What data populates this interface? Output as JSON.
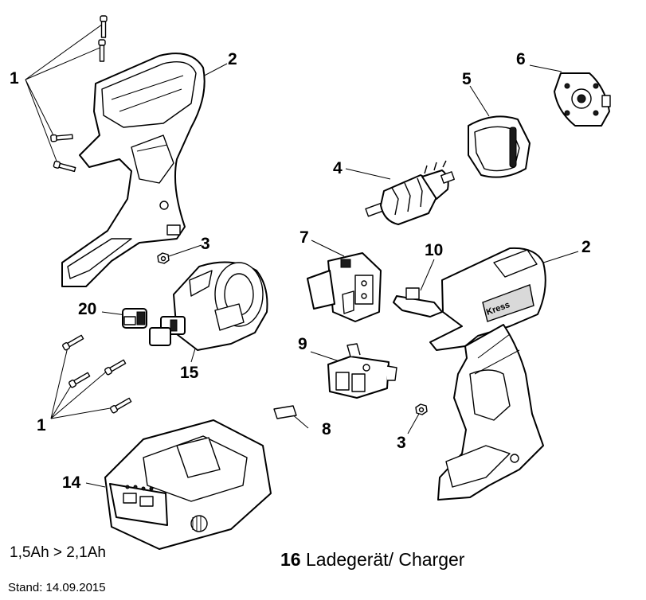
{
  "callouts": [
    {
      "id": "screws-top",
      "label": "1"
    },
    {
      "id": "housing-left",
      "label": "2"
    },
    {
      "id": "nut-left",
      "label": "3"
    },
    {
      "id": "armature",
      "label": "4"
    },
    {
      "id": "magnet-ring",
      "label": "5"
    },
    {
      "id": "bearing-plate",
      "label": "6"
    },
    {
      "id": "switch",
      "label": "7"
    },
    {
      "id": "small-part",
      "label": "8"
    },
    {
      "id": "terminal-block",
      "label": "9"
    },
    {
      "id": "lever",
      "label": "10"
    },
    {
      "id": "housing-right",
      "label": "2"
    },
    {
      "id": "nut-right",
      "label": "3"
    },
    {
      "id": "screws-bottom",
      "label": "1"
    },
    {
      "id": "battery",
      "label": "14"
    },
    {
      "id": "gear-housing",
      "label": "15"
    },
    {
      "id": "bit-adapter",
      "label": "20"
    }
  ],
  "battery_capacity": "1,5Ah > 2,1Ah",
  "charger": {
    "number": "16",
    "label": "Ladegerät/ Charger"
  },
  "housing_brand": "Kress",
  "footer": "Stand: 14.09.2015"
}
